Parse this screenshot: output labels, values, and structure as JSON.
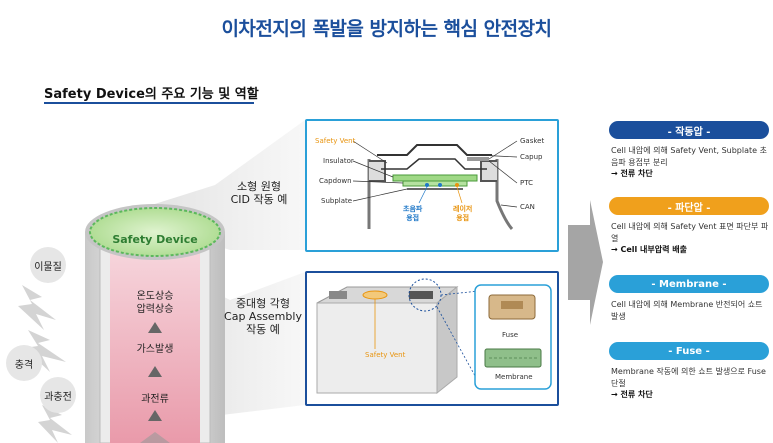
{
  "title": "이차전지의 폭발을 방지하는 핵심 안전장치",
  "section_title": "Safety Device의 주요 기능 및 역할",
  "cylinder": {
    "top_label": "Safety Device",
    "stages": [
      "온도상승\n압력상승",
      "가스발생",
      "과전류"
    ]
  },
  "hazards": [
    "이물질",
    "충격",
    "과충전"
  ],
  "cid": {
    "caption": "소형 원형\nCID 작동 예",
    "labels": {
      "safety_vent": "Safety Vent",
      "insulator": "Insulator",
      "capdown": "Capdown",
      "subplate": "Subplate",
      "gasket": "Gasket",
      "capup": "Capup",
      "ptc": "PTC",
      "can": "CAN",
      "ultrasonic_weld": "초음파\n용접",
      "laser_weld": "레이저\n용접"
    }
  },
  "cap": {
    "caption": "중대형 각형\nCap Assembly\n작동 예",
    "safety_vent": "Safety Vent",
    "fuse": "Fuse",
    "membrane": "Membrane"
  },
  "cards": [
    {
      "title": "- 작동압 -",
      "color": "#1b4f9c",
      "text": "Cell 내압에 의해 Safety Vent, Subplate 초음파 용접부 분리",
      "result": "→ 전류 차단"
    },
    {
      "title": "- 파단압 -",
      "color": "#f0a01c",
      "text": "Cell 내압에 의해 Safety Vent 표면 파단부 파열",
      "result": "→ Cell 내부압력 배출"
    },
    {
      "title": "- Membrane -",
      "color": "#2aa0d8",
      "text": "Cell 내압에 의해 Membrane 반전되어 쇼트 발생",
      "result": ""
    },
    {
      "title": "- Fuse -",
      "color": "#2aa0d8",
      "text": "Membrane 작동에 의한 쇼트 발생으로 Fuse 단절",
      "result": "→ 전류 차단"
    }
  ]
}
